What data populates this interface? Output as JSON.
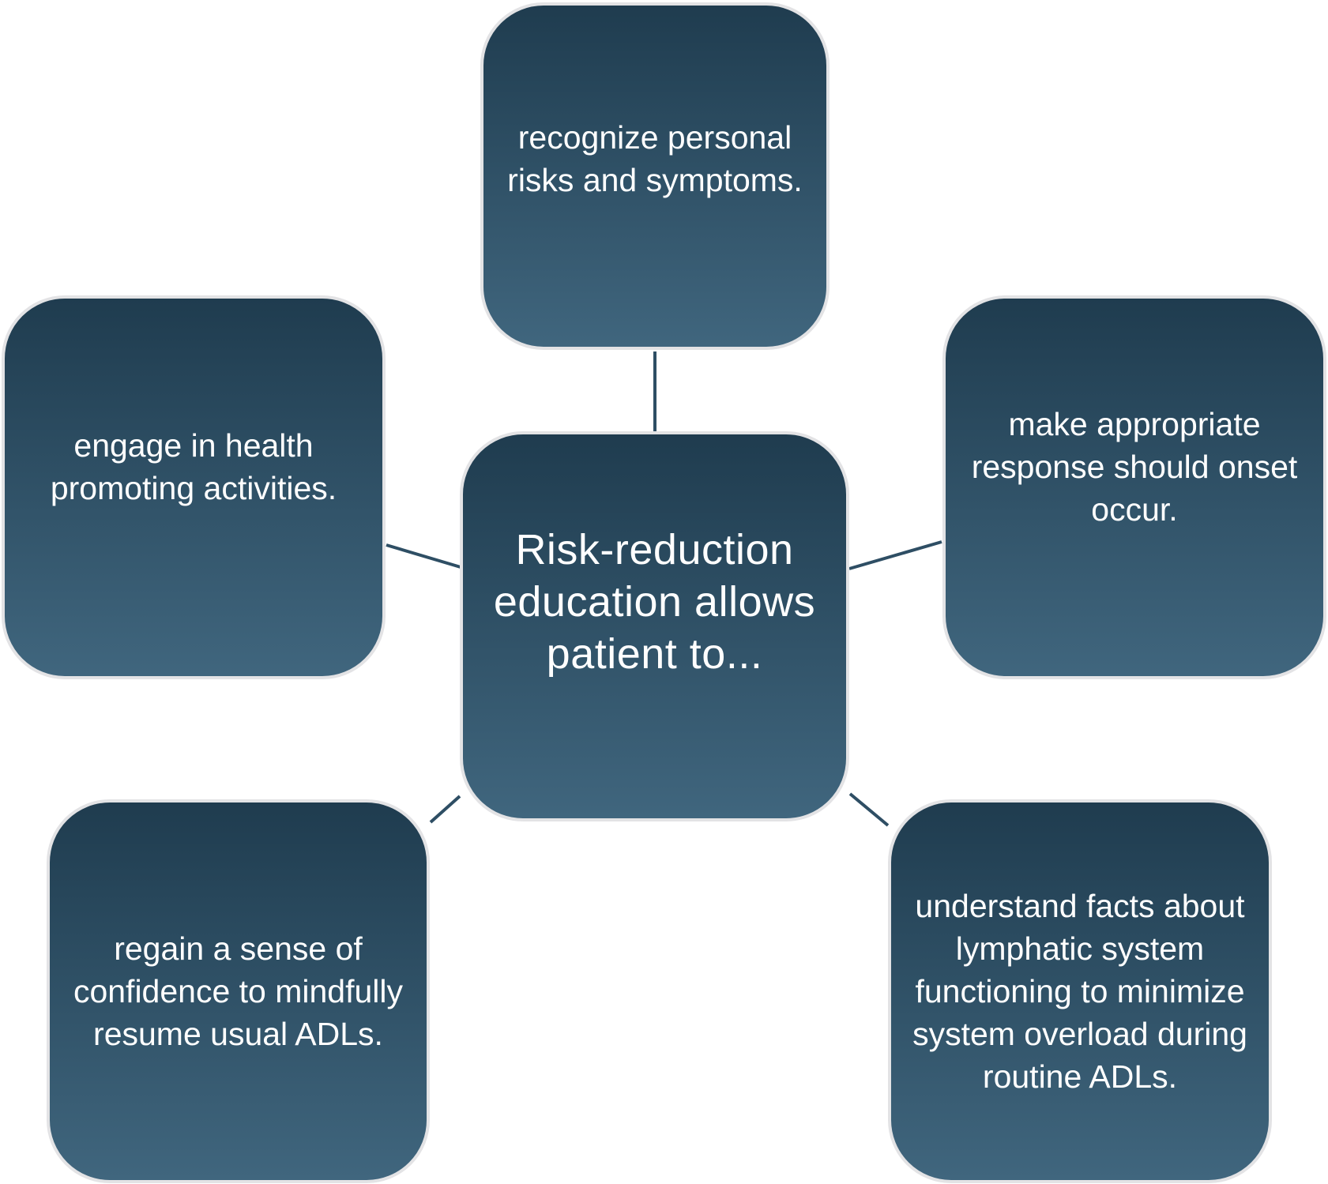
{
  "diagram": {
    "type": "hub-and-spoke",
    "colors": {
      "node_gradient_top": "#1f3c4f",
      "node_gradient_bottom": "#40667e",
      "node_border": "#e3e3e5",
      "connector": "#2e4e64",
      "text": "#ffffff",
      "background": "#ffffff"
    },
    "center": {
      "label": "Risk-reduction education allows patient to..."
    },
    "spokes": [
      {
        "id": "top",
        "label": "recognize personal risks and symptoms."
      },
      {
        "id": "right",
        "label": "make appropriate response should onset occur."
      },
      {
        "id": "bottom-right",
        "label": "understand facts about lymphatic system functioning to minimize system overload during routine ADLs."
      },
      {
        "id": "bottom-left",
        "label": "regain a sense of confidence to mindfully resume usual ADLs."
      },
      {
        "id": "left",
        "label": "engage in health promoting activities."
      }
    ]
  }
}
